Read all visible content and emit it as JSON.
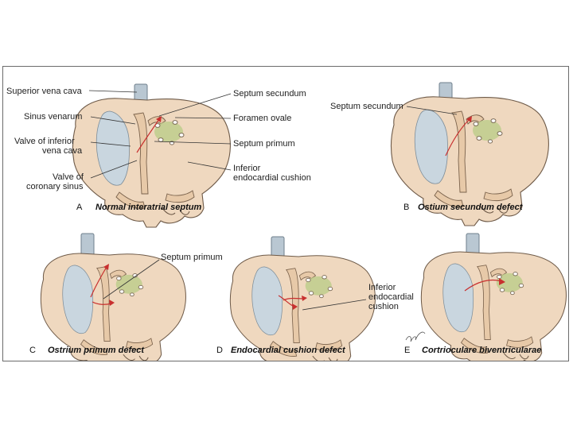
{
  "labels": {
    "superior_vena_cava": "Superior vena cava",
    "septum_secundum_a": "Septum secundum",
    "sinus_venarum": "Sinus venarum",
    "foramen_ovale": "Foramen ovale",
    "valve_ivc_1": "Valve of inferior",
    "valve_ivc_2": "vena cava",
    "septum_primum_a": "Septum primum",
    "valve_cs_1": "Valve of",
    "valve_cs_2": "coronary sinus",
    "inferior_ec_1": "Inferior",
    "inferior_ec_2": "endocardial cushion",
    "septum_secundum_b": "Septum secundum",
    "septum_primum_c": "Septum primum",
    "inferior_d_1": "Inferior",
    "inferior_d_2": "endocardial",
    "inferior_d_3": "cushion"
  },
  "captions": {
    "a_letter": "A",
    "a_text": "Normal interatrial septum",
    "b_letter": "B",
    "b_text": "Ostium secundum defect",
    "c_letter": "C",
    "c_text": "Ostrium primum defect",
    "d_letter": "D",
    "d_text": "Endocardial cushion defect",
    "e_letter": "E",
    "e_text": "Cortrioculare biventricularae"
  },
  "colors": {
    "tissue": "#efd8bf",
    "chamber": "#c9d6df",
    "foramen": "#b8cc86",
    "flow_arrow": "#c8302f",
    "frame": "#6b6b6b"
  }
}
